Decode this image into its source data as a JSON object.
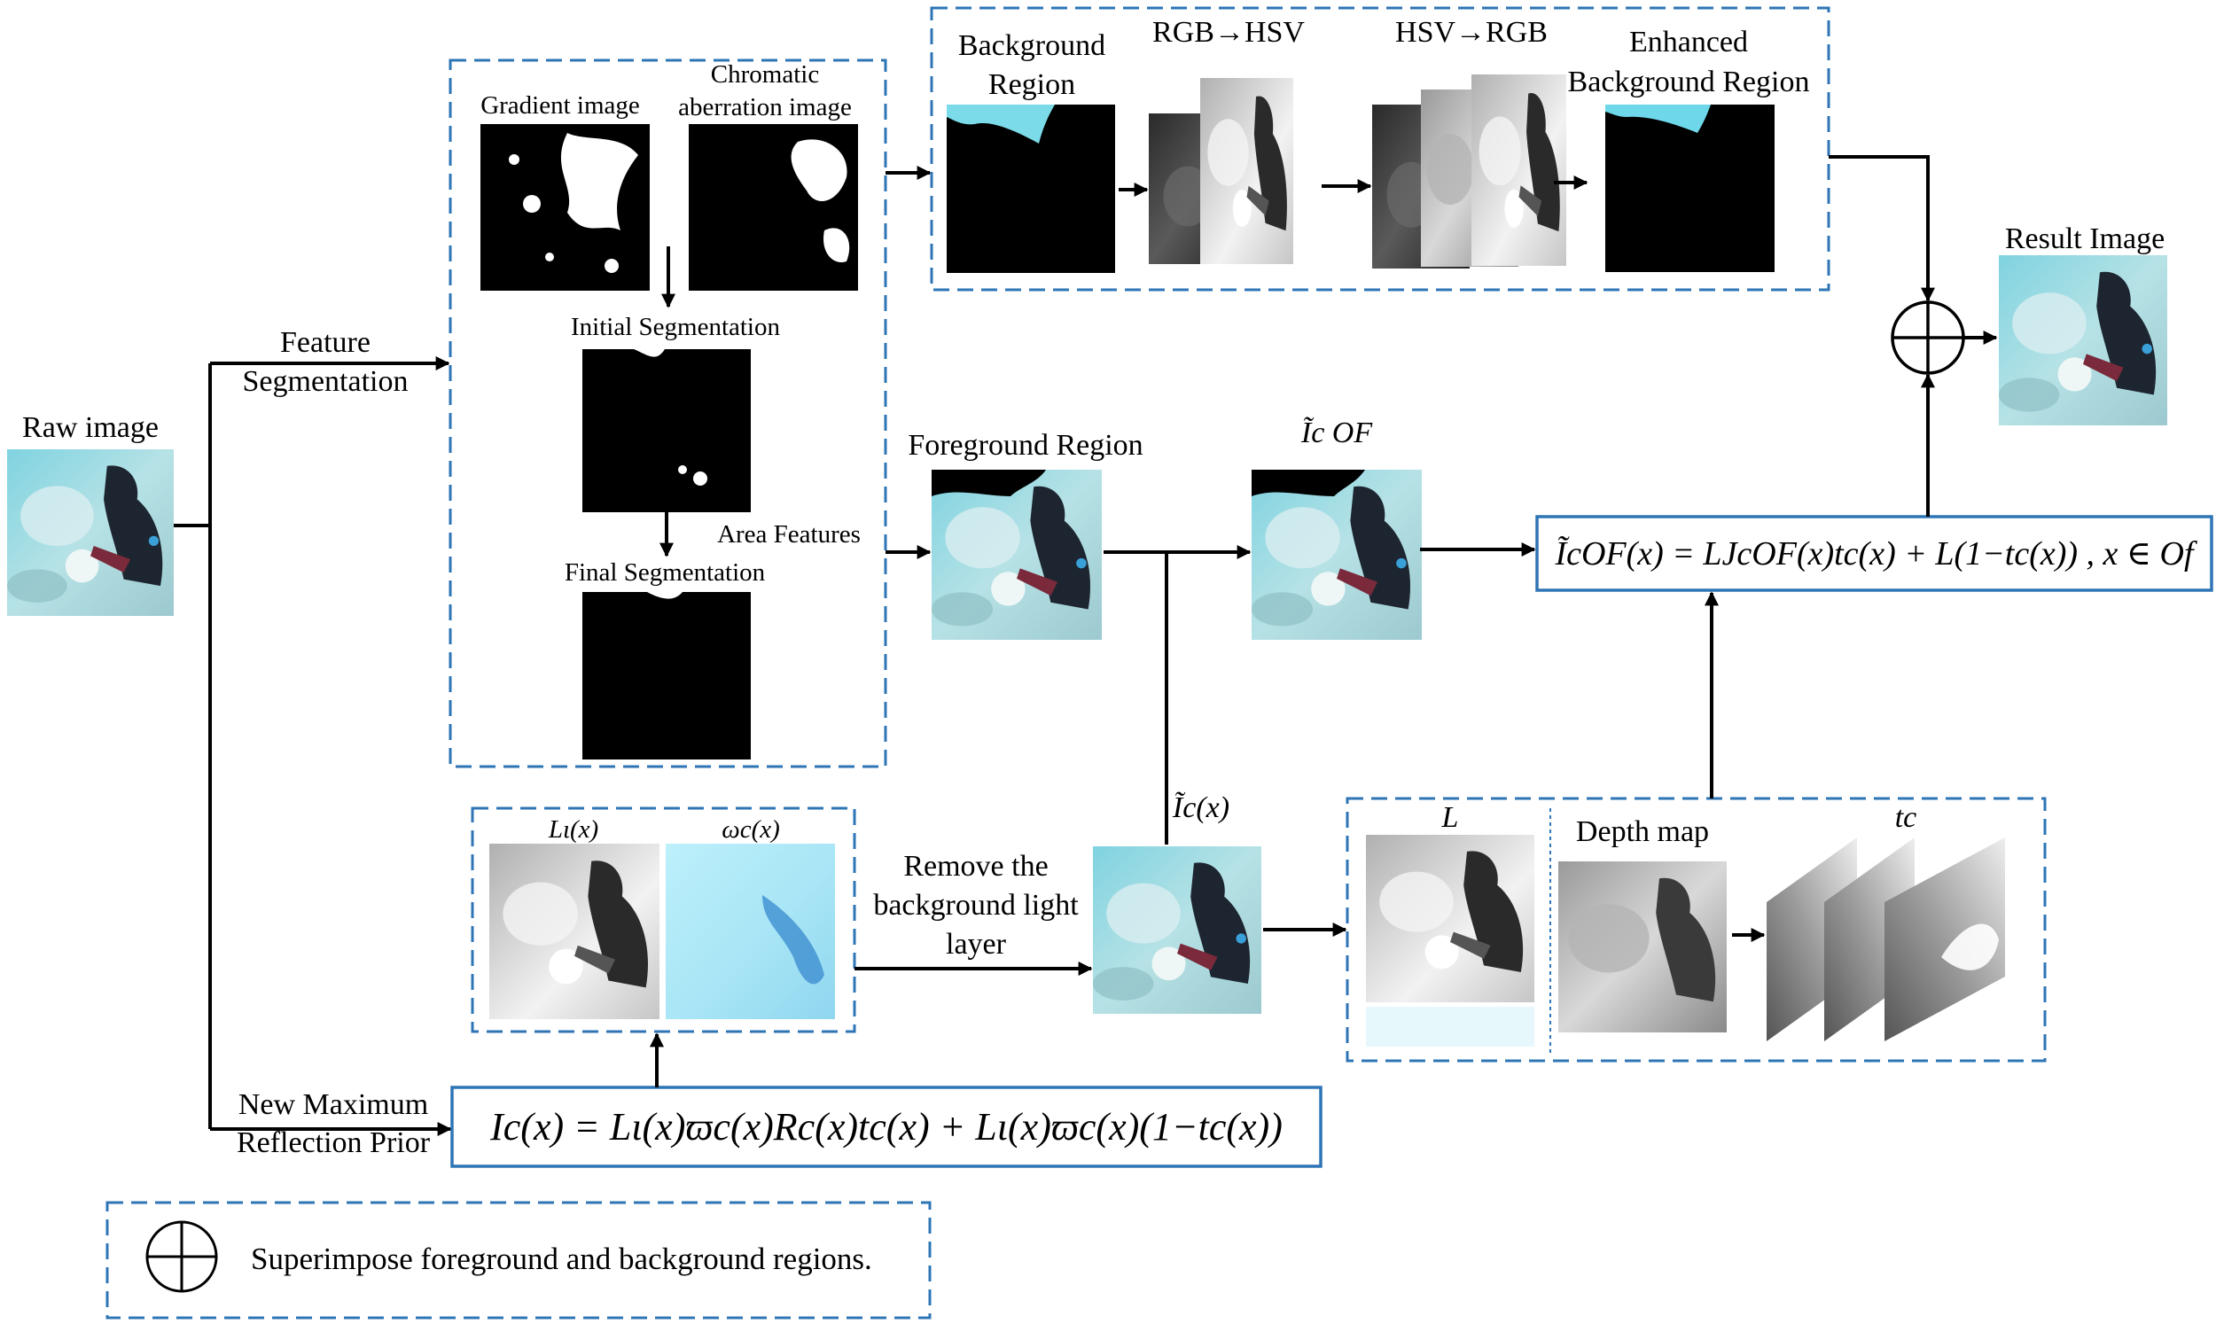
{
  "labels": {
    "raw_image": "Raw image",
    "feature_segmentation": [
      "Feature",
      "Segmentation"
    ],
    "new_max_reflection_prior": [
      "New Maximum",
      "Reflection Prior"
    ],
    "gradient_image": "Gradient image",
    "chromatic_aberration_image": [
      "Chromatic",
      "aberration image"
    ],
    "initial_segmentation": "Initial Segmentation",
    "area_features": "Area Features",
    "final_segmentation": "Final Segmentation",
    "background_region": [
      "Background",
      "Region"
    ],
    "rgb_to_hsv": "RGB→HSV",
    "hsv_to_rgb": "HSV→RGB",
    "enhanced_background_region": [
      "Enhanced",
      "Background Region"
    ],
    "result_image": "Result Image",
    "foreground_region": "Foreground Region",
    "remove_background_light": [
      "Remove the",
      "background light",
      "layer"
    ],
    "depth_map": "Depth map",
    "lt_x": "Lι(x)",
    "omega_x": "ωc(x)",
    "i_tilde_x": "Ĩc(x)",
    "i_of": "Ĩc OF",
    "L": "L",
    "t_c": "tc"
  },
  "equations": {
    "reflection_model": "Ic(x) = Lι(x)ϖc(x)Rc(x)tc(x) + Lι(x)ϖc(x)(1−tc(x))",
    "foreground_model": "ĨcOF(x) = LJcOF(x)tc(x) + L(1−tc(x)) , x ∈ Of"
  },
  "legend": {
    "symbol": "oplus-icon",
    "text": "Superimpose foreground and background regions."
  },
  "colors": {
    "dash_box": "#2e75b6",
    "solid_box": "#2e75b6",
    "arrow": "#000000",
    "underwater_light": "#b9e6ec",
    "underwater_mid": "#6fb8c4",
    "diver_dark": "#1d2530"
  }
}
